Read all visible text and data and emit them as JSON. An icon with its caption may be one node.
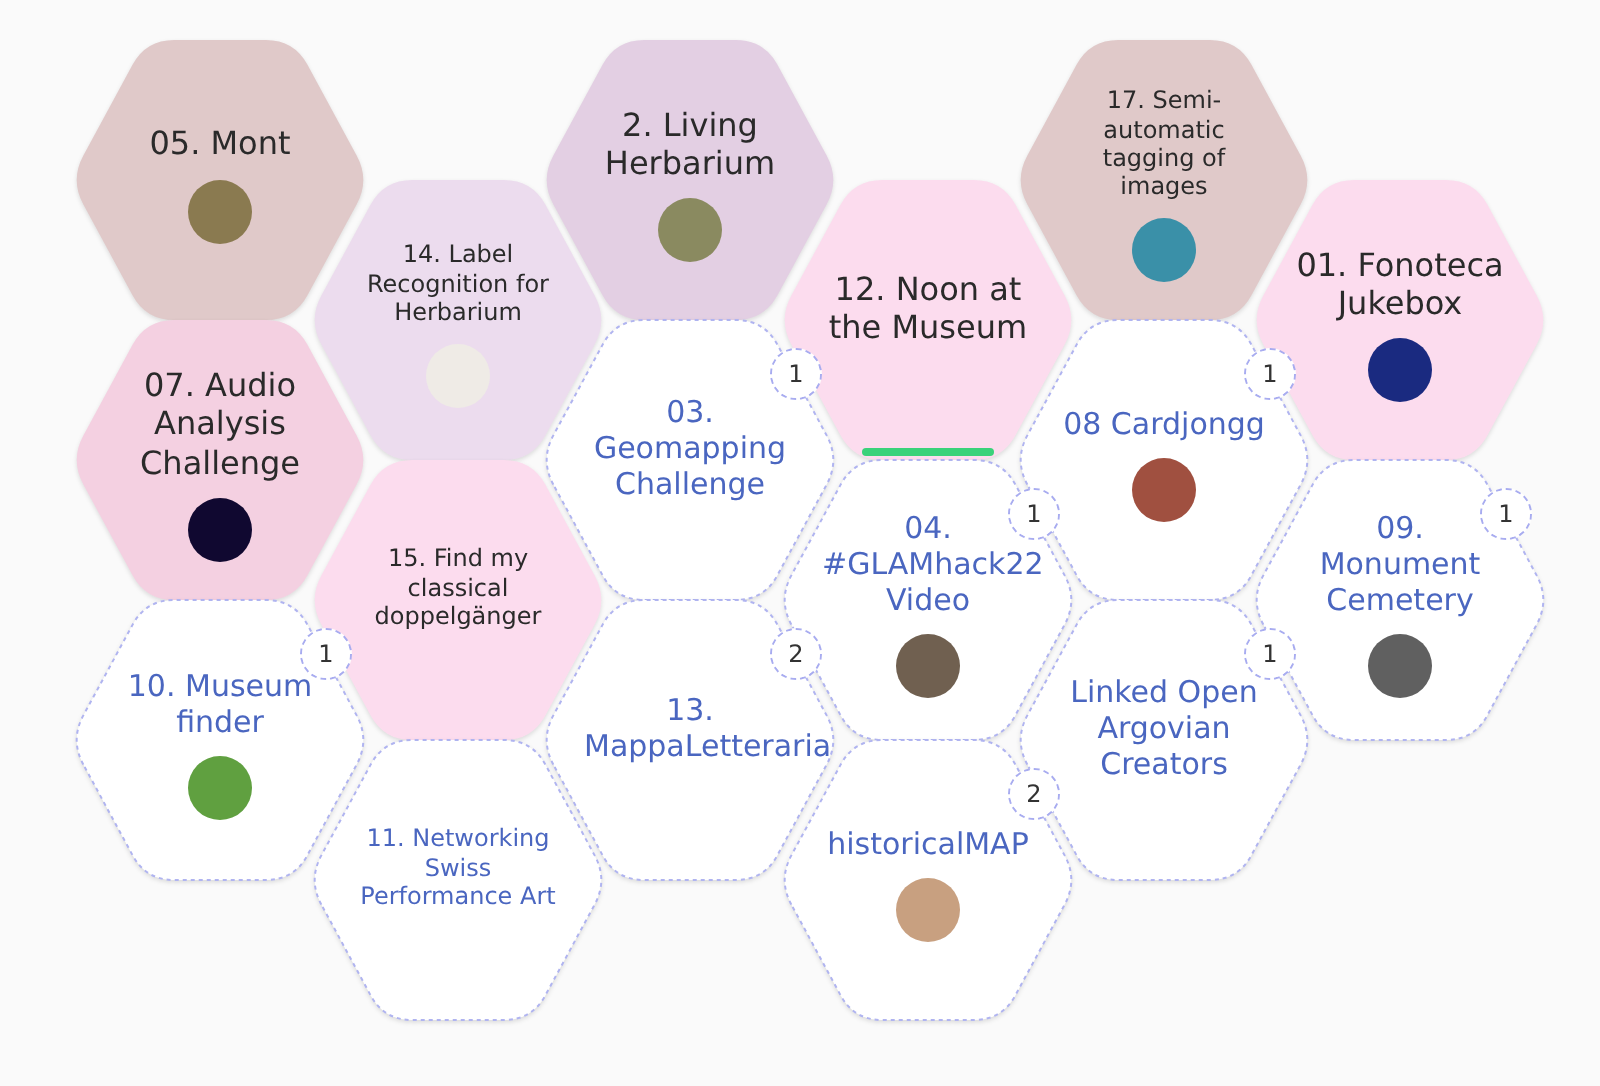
{
  "diagram": {
    "nodes": [
      {
        "text": [
          "05. Mont"
        ]
      },
      {
        "text": [
          "2. Living Herbarium"
        ]
      },
      {
        "text": [
          "17. Semi-automatic tagging of images"
        ]
      },
      {
        "text": [
          "14. Label Recognition for Herbarium"
        ]
      },
      {
        "text": [
          "12. Noon at the Museum"
        ]
      },
      {
        "text": [
          "01. Fonoteca Jukebox"
        ]
      },
      {
        "text": [
          "07. Audio Analysis Challenge"
        ]
      },
      {
        "text": [
          "03. Geomapping Challenge"
        ],
        "beside": [
          "1"
        ]
      },
      {
        "text": [
          "08 Cardjongg"
        ],
        "beside": [
          "1"
        ]
      },
      {
        "text": [
          "15. Find my classical doppelgänger"
        ]
      },
      {
        "text": [
          "04. #GLAMhack22 Video"
        ],
        "beside": [
          "1"
        ]
      },
      {
        "text": [
          "09. Monument Cemetery"
        ],
        "beside": [
          "1"
        ]
      },
      {
        "text": [
          "10. Museum finder"
        ],
        "beside": [
          "1"
        ]
      },
      {
        "text": [
          "13. MappaLetteraria"
        ],
        "beside": [
          "2"
        ]
      },
      {
        "text": [
          "Linked Open Argovian Creators"
        ],
        "beside": [
          "1"
        ]
      },
      {
        "text": [
          "11. Networking Swiss Performance Art"
        ]
      },
      {
        "text": [
          "historicalMAP"
        ],
        "beside": [
          "2"
        ]
      }
    ]
  }
}
